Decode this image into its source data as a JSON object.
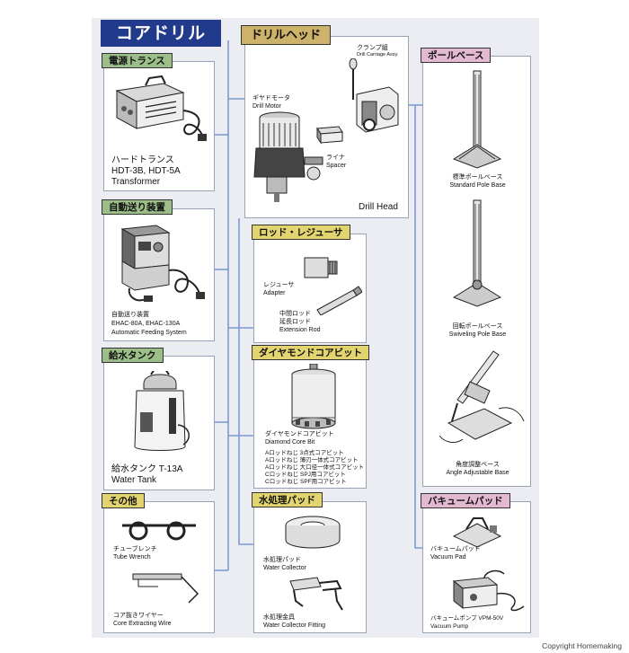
{
  "title": "コアドリル",
  "copyright": "Copyright Homemaking",
  "sections": {
    "transformer": {
      "tag": "電源トランス",
      "name_ja": "ハードトランス",
      "models": "HDT-3B, HDT-5A",
      "name_en": "Transformer"
    },
    "feeder": {
      "tag": "自動送り装置",
      "name_ja": "自動送り装置",
      "models": "EHAC-80A, EHAC-130A",
      "name_en": "Automatic Feeding System"
    },
    "tank": {
      "tag": "給水タンク",
      "name_ja": "給水タンク T-13A",
      "name_en": "Water Tank"
    },
    "others": {
      "tag": "その他",
      "wrench_ja": "チューブレンチ",
      "wrench_en": "Tube Wrench",
      "wire_ja": "コア抜きワイヤー",
      "wire_en": "Core Extracting Wire"
    },
    "drill_head": {
      "tag": "ドリルヘッド",
      "clamp_ja": "クランプ組",
      "clamp_en": "Drill Carriage Assy.",
      "motor_ja": "ギヤドモータ",
      "motor_en": "Drill Motor",
      "spacer_ja": "ライナ",
      "spacer_en": "Spacer",
      "caption": "Drill Head"
    },
    "rod": {
      "tag": "ロッド・レジューサ",
      "adapter_ja": "レジューサ",
      "adapter_en": "Adapter",
      "rod_ja1": "中間ロッド",
      "rod_ja2": "延長ロッド",
      "rod_en": "Extension Rod"
    },
    "bit": {
      "tag": "ダイヤモンドコアビット",
      "name_ja": "ダイヤモンドコアビット",
      "name_en": "Diamond Core Bit",
      "types": [
        "Aロッドねじ 3点式コアビット",
        "Aロッドねじ 薄刃一体式コアビット",
        "Aロッドねじ 大口径一体式コアビット",
        "Cロッドねじ SPJ用コアビット",
        "Cロッドねじ SPF用コアビット"
      ]
    },
    "water": {
      "tag": "水処理パッド",
      "collector_ja": "水処理パッド",
      "collector_en": "Water Collector",
      "fitting_ja": "水処理金具",
      "fitting_en": "Water Collector Fitting"
    },
    "pole": {
      "tag": "ポールベース",
      "std_ja": "標準ポールベース",
      "std_en": "Standard Pole Base",
      "swivel_ja": "回転ポールベース",
      "swivel_en": "Swiveling Pole Base",
      "angle_ja": "角度調整ベース",
      "angle_en": "Angle Adjustable Base"
    },
    "vacuum": {
      "tag": "バキュームパッド",
      "pad_ja": "バキュームパッド",
      "pad_en": "Vacuum Pad",
      "pump_ja": "バキュームポンプ VPM-50V",
      "pump_en": "Vacuum Pump"
    }
  },
  "colors": {
    "title_bg": "#223a8c",
    "tag_green": "#9cbf8a",
    "tag_yellow": "#e2d46f",
    "tag_pink": "#e3b8d1",
    "tag_gold": "#cdb26a",
    "connector": "#7d9bd0",
    "sheet_bg": "#ebedf3"
  }
}
